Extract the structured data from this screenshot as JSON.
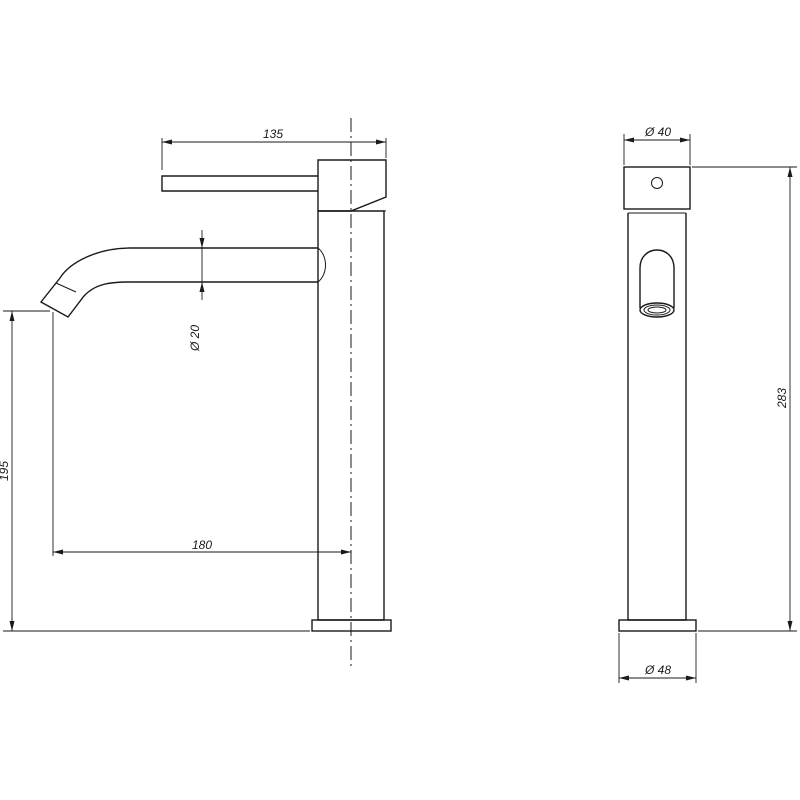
{
  "dimensions": {
    "lever_length": "135",
    "outlet_diameter": "Ø 20",
    "spout_height": "195",
    "spout_reach": "180",
    "body_diameter": "Ø 40",
    "total_height": "283",
    "base_diameter": "Ø 48"
  }
}
